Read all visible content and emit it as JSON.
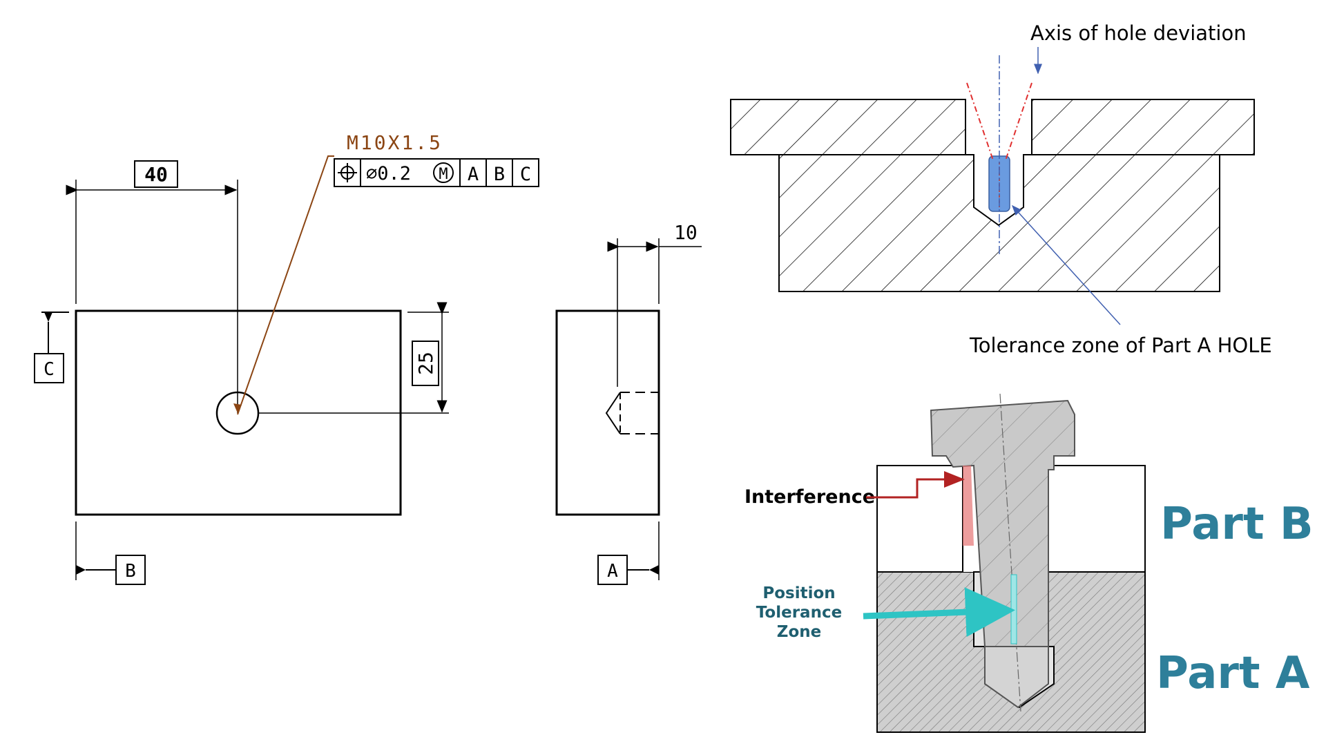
{
  "drawing": {
    "dim_horizontal": "40",
    "dim_vertical": "25",
    "dim_depth": "10",
    "thread_callout": "M10X1.5",
    "fcf": {
      "position_symbol": "position-icon",
      "tolerance": "⌀0.2",
      "modifier": "M",
      "datum_1": "A",
      "datum_2": "B",
      "datum_3": "C"
    },
    "datum_c": "C",
    "datum_b": "B",
    "datum_a": "A"
  },
  "top_diagram": {
    "axis_label": "Axis of hole deviation",
    "zone_label": "Tolerance zone of Part A HOLE"
  },
  "bottom_diagram": {
    "interference_label": "Interference",
    "ptz_line1": "Position",
    "ptz_line2": "Tolerance",
    "ptz_line3": "Zone",
    "part_b": "Part B",
    "part_a": "Part A"
  },
  "colors": {
    "callout_brown": "#8B4513",
    "interference_red": "#B22222",
    "teal_label": "#2E7F9A",
    "ptz_arrow": "#2EC4C4",
    "zone_blue": "#6A9BE0",
    "axis_blue": "#4060B0"
  }
}
